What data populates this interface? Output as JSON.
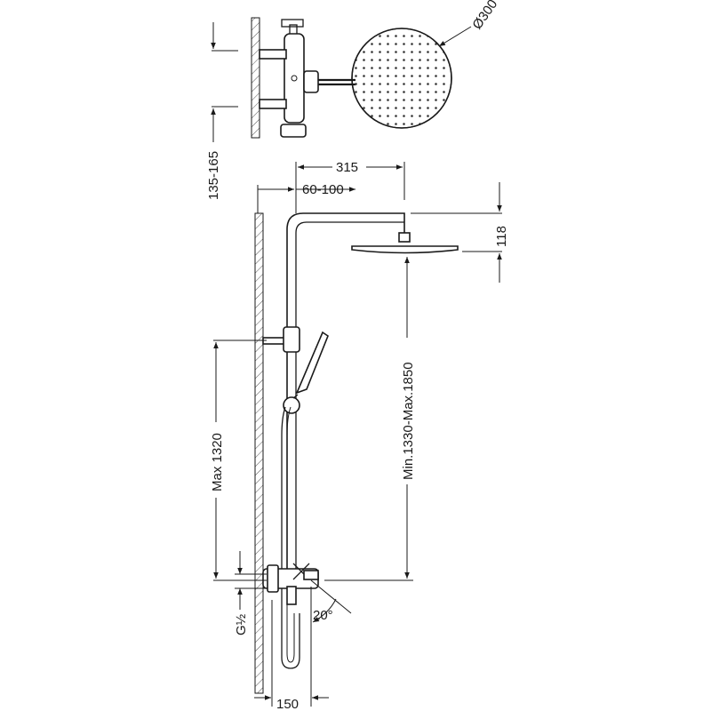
{
  "drawing": {
    "dimensions": {
      "head_diameter": "Ø300",
      "arm_length": "315",
      "arm_offset": "60-100",
      "head_drop": "118",
      "wall_spacing": "135-165",
      "total_height": "Min.1330-Max.1850",
      "handset_height": "Max 1320",
      "thread": "G½",
      "angle": "20°",
      "bottom_width": "150"
    }
  }
}
